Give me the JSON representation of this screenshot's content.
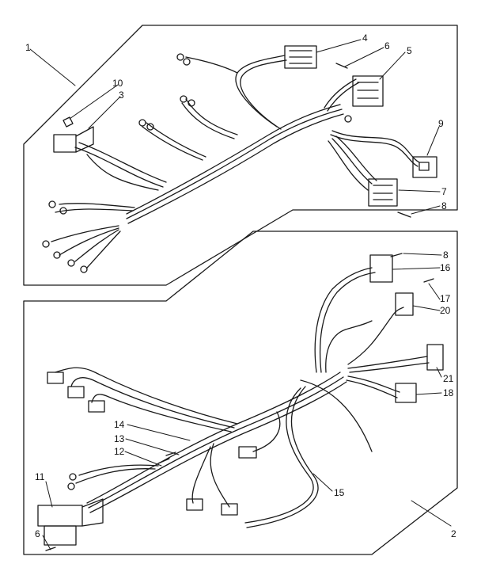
{
  "diagram": {
    "callouts_top": [
      "1",
      "10",
      "3",
      "4",
      "6",
      "5",
      "9",
      "7",
      "8"
    ],
    "callouts_bottom": [
      "8",
      "16",
      "17",
      "20",
      "21",
      "18",
      "14",
      "13",
      "12",
      "11",
      "6",
      "15",
      "2"
    ]
  },
  "colors": {
    "ink": "#1a1a1a",
    "paper": "#ffffff"
  }
}
